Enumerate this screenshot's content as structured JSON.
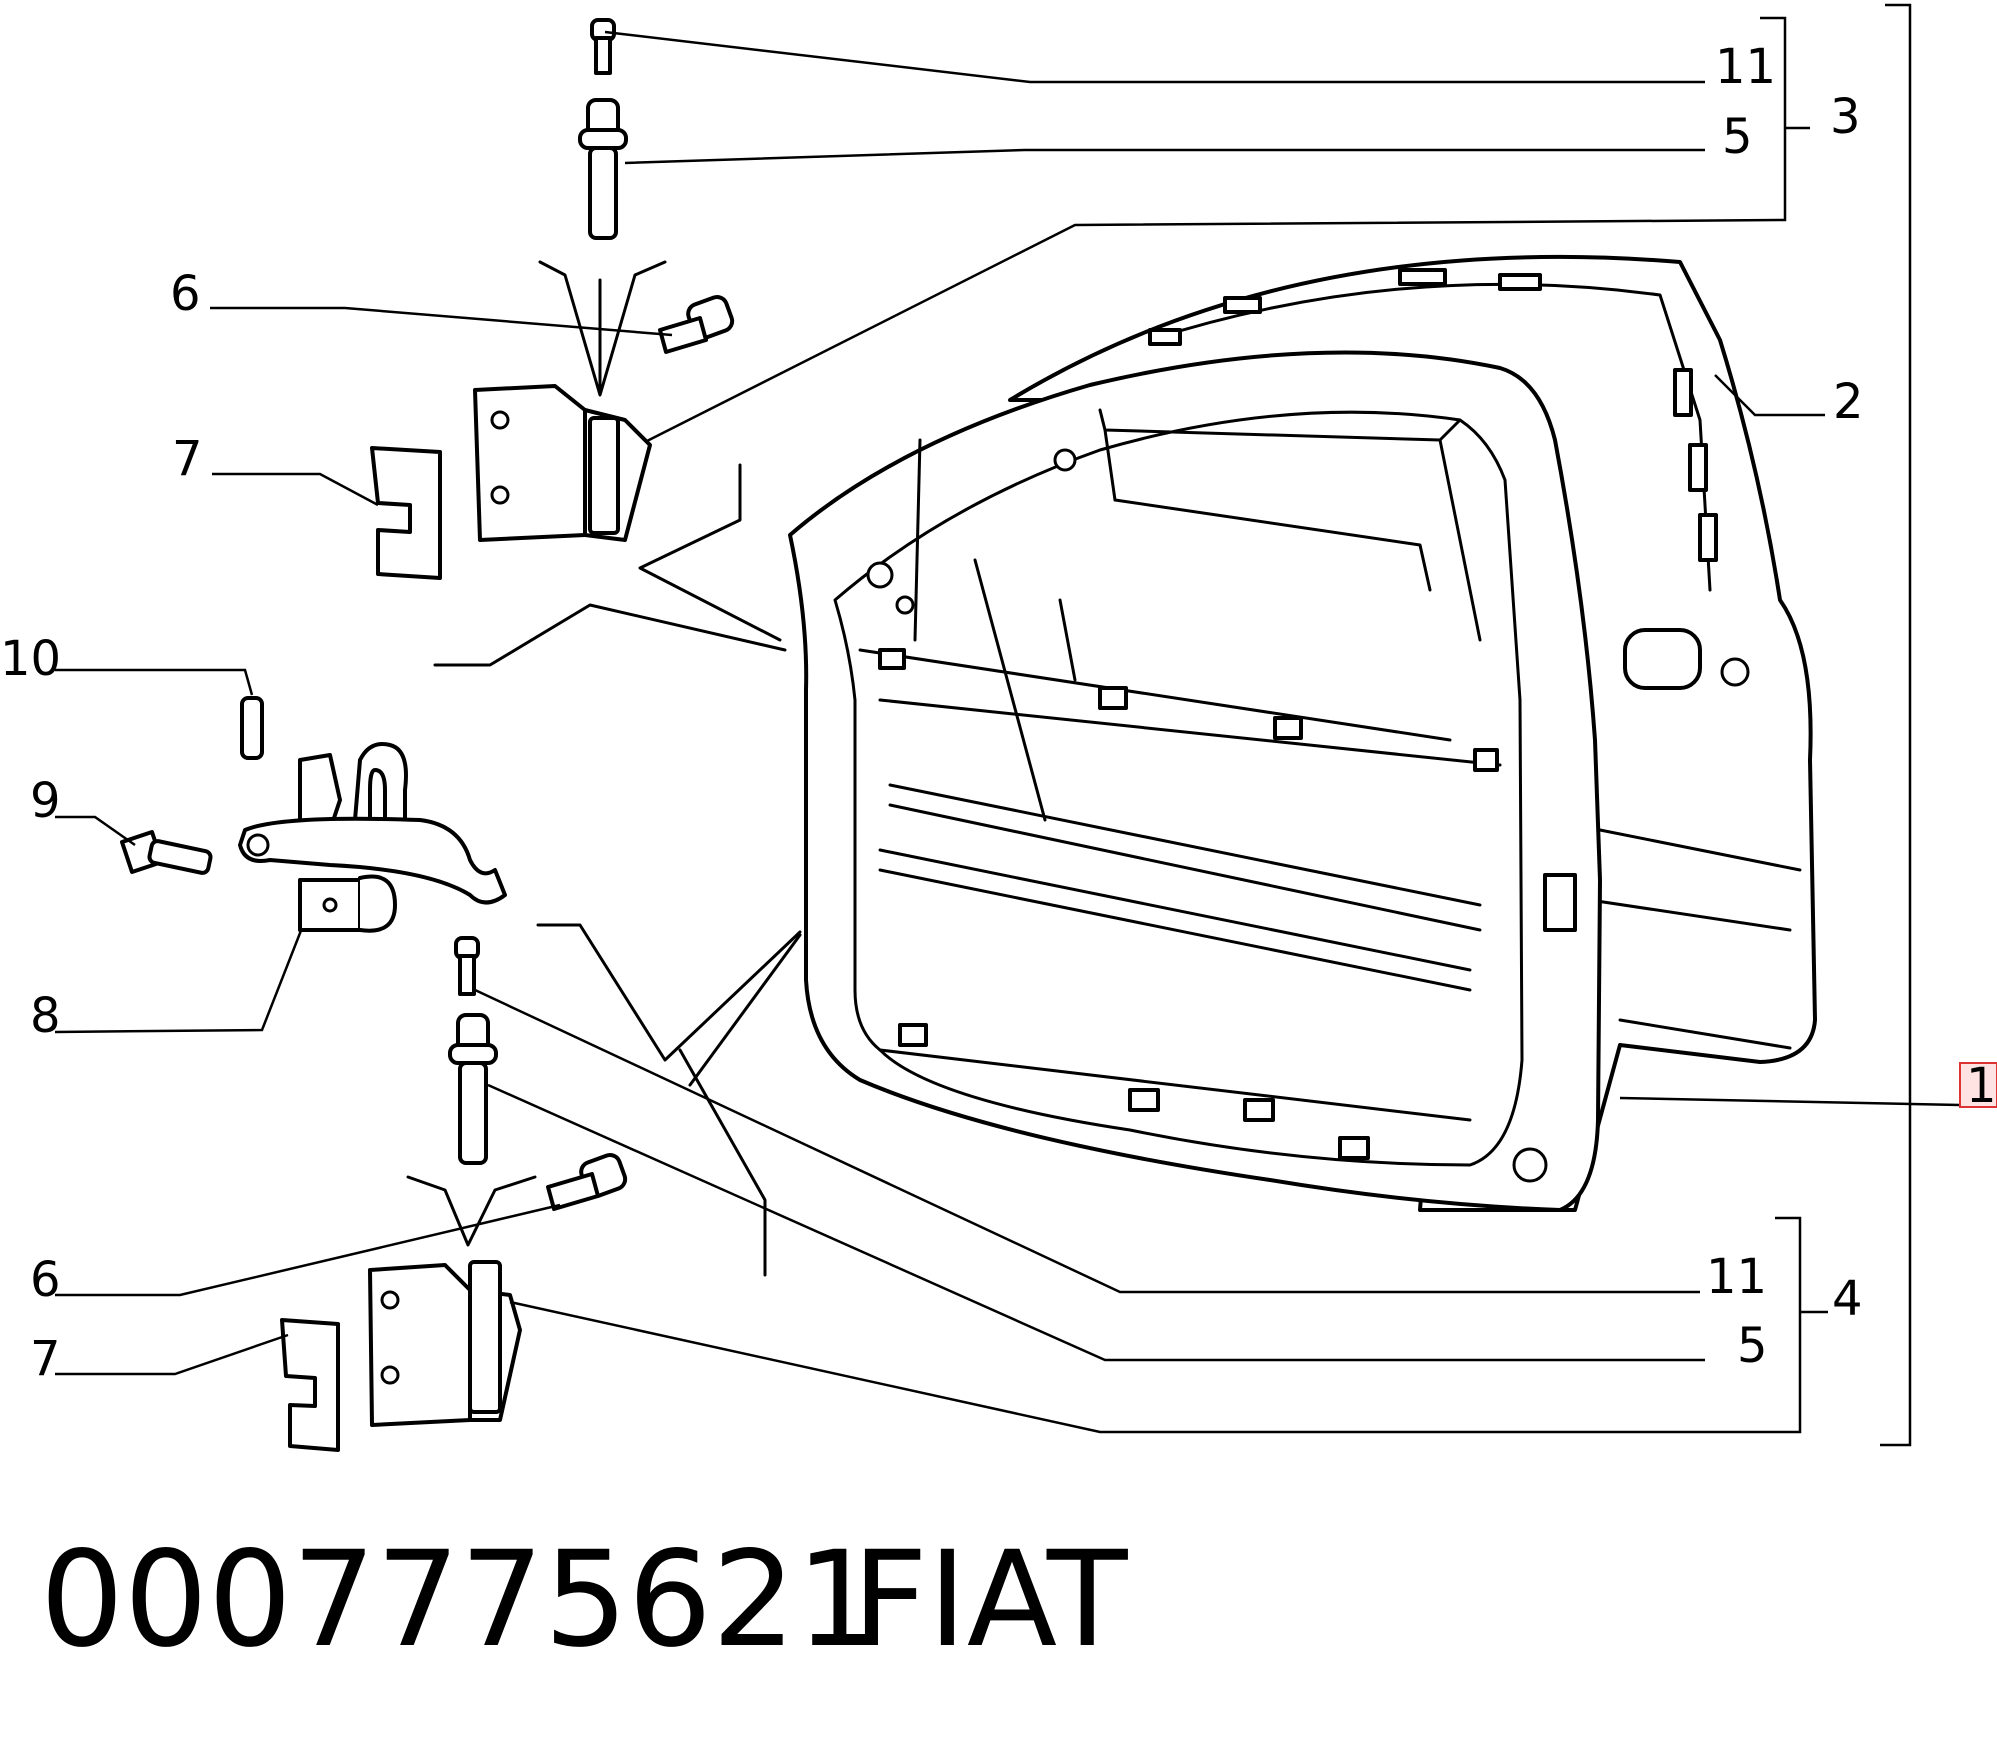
{
  "callouts": {
    "c11_top": "11",
    "c5_top": "5",
    "c3": "3",
    "c2": "2",
    "c6_top": "6",
    "c7_top": "7",
    "c10": "10",
    "c9": "9",
    "c8": "8",
    "c1": "1",
    "c11_bottom": "11",
    "c5_bottom": "5",
    "c4": "4",
    "c6_bottom": "6",
    "c7_bottom": "7"
  },
  "footer": {
    "part_number": "0007775621",
    "brand": "FIAT"
  },
  "colors": {
    "line": "#000000",
    "background": "#ffffff",
    "highlight": "#d33333"
  }
}
